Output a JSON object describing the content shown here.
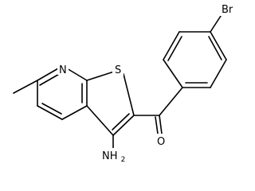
{
  "atoms": {
    "br": "Br",
    "n_pyridine": "N",
    "s_thiophene": "S",
    "o_carbonyl": "O",
    "amine_main": "NH",
    "amine_sub": "2"
  },
  "colors": {
    "bond": "#000000",
    "label": "#000000",
    "background": "#ffffff"
  }
}
